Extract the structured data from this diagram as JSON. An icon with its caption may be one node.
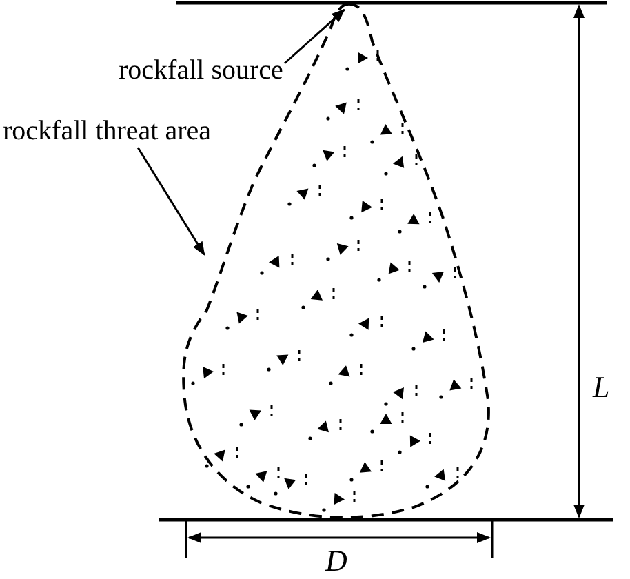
{
  "diagram": {
    "nodes": [
      {
        "text": [
          "rockfall source"
        ]
      },
      {
        "text": [
          "rockfall threat area"
        ]
      },
      {
        "text": [],
        "shape": "drop"
      }
    ],
    "edges": [
      {
        "from": 0,
        "to": 2,
        "arrow": "to"
      },
      {
        "from": 1,
        "to": 2,
        "arrow": "to"
      }
    ],
    "labels": [
      "L",
      "D"
    ]
  }
}
